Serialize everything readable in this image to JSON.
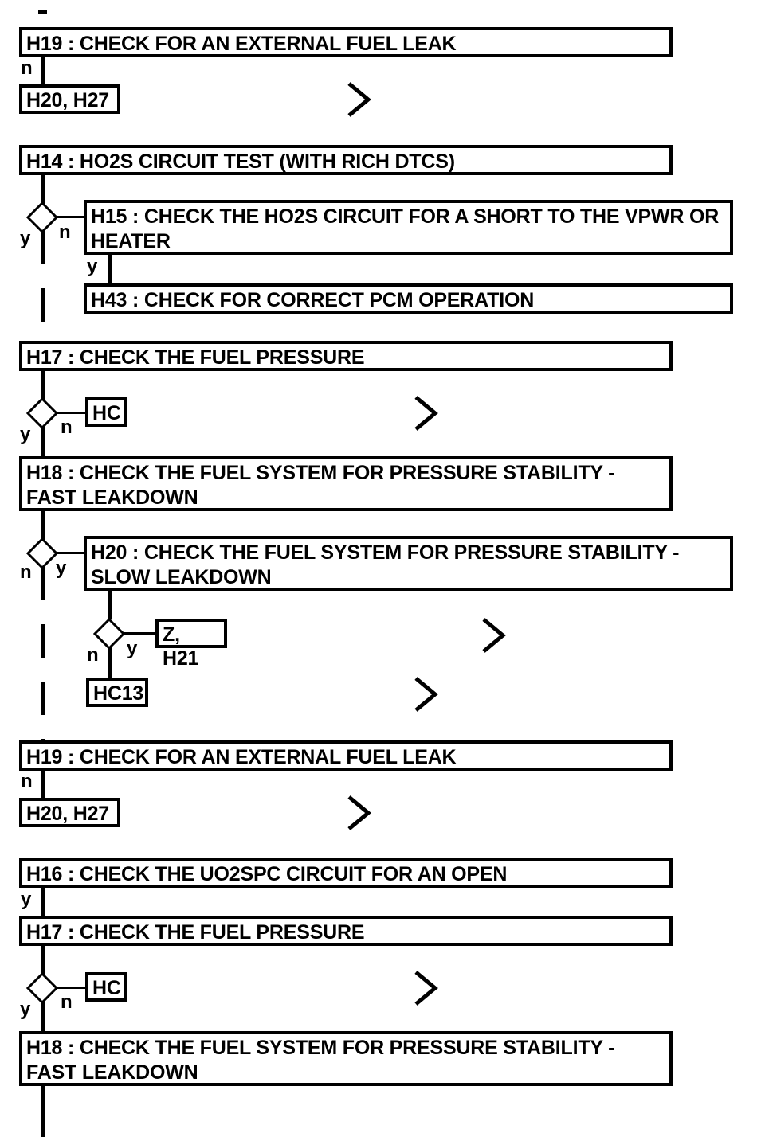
{
  "diagram": {
    "type": "flowchart",
    "title": "Fuel system / HO2S diagnostic flowchart",
    "branch_labels": {
      "yes": "y",
      "no": "n"
    },
    "icons": {
      "decision": "diamond-icon",
      "jump": "chevron-right-icon",
      "tick": "tick-mark-icon"
    },
    "colors": {
      "line": "#000000",
      "fill": "#ffffff",
      "text": "#000000"
    },
    "nodes": [
      {
        "id": "n1",
        "kind": "step",
        "label": "H19 : CHECK FOR AN EXTERNAL FUEL LEAK"
      },
      {
        "id": "n2",
        "kind": "terminal",
        "label": "H20, H27"
      },
      {
        "id": "n3",
        "kind": "step",
        "label": "H14 : HO2S CIRCUIT TEST (WITH RICH DTCS)"
      },
      {
        "id": "n4",
        "kind": "step",
        "label": "H15 : CHECK THE HO2S CIRCUIT FOR A SHORT TO THE VPWR OR HEATER"
      },
      {
        "id": "n5",
        "kind": "step",
        "label": "H43 : CHECK FOR CORRECT PCM OPERATION"
      },
      {
        "id": "n6",
        "kind": "step",
        "label": "H17 : CHECK THE FUEL PRESSURE"
      },
      {
        "id": "n7",
        "kind": "terminal",
        "label": "HC"
      },
      {
        "id": "n8",
        "kind": "step",
        "label": "H18 : CHECK THE FUEL SYSTEM FOR PRESSURE STABILITY - FAST LEAKDOWN"
      },
      {
        "id": "n9",
        "kind": "step",
        "label": "H20 : CHECK THE FUEL SYSTEM FOR PRESSURE STABILITY - SLOW LEAKDOWN"
      },
      {
        "id": "n10",
        "kind": "terminal",
        "label": "Z, H21"
      },
      {
        "id": "n11",
        "kind": "terminal",
        "label": "HC13"
      },
      {
        "id": "n12",
        "kind": "step",
        "label": "H19 : CHECK FOR AN EXTERNAL FUEL LEAK"
      },
      {
        "id": "n13",
        "kind": "terminal",
        "label": "H20, H27"
      },
      {
        "id": "n14",
        "kind": "step",
        "label": "H16 : CHECK THE UO2SPC CIRCUIT FOR AN OPEN"
      },
      {
        "id": "n15",
        "kind": "step",
        "label": "H17 : CHECK THE FUEL PRESSURE"
      },
      {
        "id": "n16",
        "kind": "terminal",
        "label": "HC"
      },
      {
        "id": "n17",
        "kind": "step",
        "label": "H18 : CHECK THE FUEL SYSTEM FOR PRESSURE STABILITY - FAST LEAKDOWN"
      }
    ],
    "edges": [
      {
        "from": "n1",
        "to": "n2",
        "label": "n"
      },
      {
        "from": "n3",
        "to": "d1",
        "label": ""
      },
      {
        "from": "d1",
        "to": "n4",
        "label": "n"
      },
      {
        "from": "d1",
        "to": "n6",
        "label": "y"
      },
      {
        "from": "n4",
        "to": "n5",
        "label": "y"
      },
      {
        "from": "n6",
        "to": "d2",
        "label": ""
      },
      {
        "from": "d2",
        "to": "n7",
        "label": "n"
      },
      {
        "from": "d2",
        "to": "n8",
        "label": "y"
      },
      {
        "from": "n8",
        "to": "d3",
        "label": ""
      },
      {
        "from": "d3",
        "to": "n9",
        "label": "y"
      },
      {
        "from": "d3",
        "to": "n12",
        "label": "n"
      },
      {
        "from": "n9",
        "to": "d4",
        "label": ""
      },
      {
        "from": "d4",
        "to": "n10",
        "label": "y"
      },
      {
        "from": "d4",
        "to": "n11",
        "label": "n"
      },
      {
        "from": "n12",
        "to": "n13",
        "label": "n"
      },
      {
        "from": "n14",
        "to": "n15",
        "label": "y"
      },
      {
        "from": "n15",
        "to": "d5",
        "label": ""
      },
      {
        "from": "d5",
        "to": "n16",
        "label": "n"
      },
      {
        "from": "d5",
        "to": "n17",
        "label": "y"
      }
    ]
  }
}
